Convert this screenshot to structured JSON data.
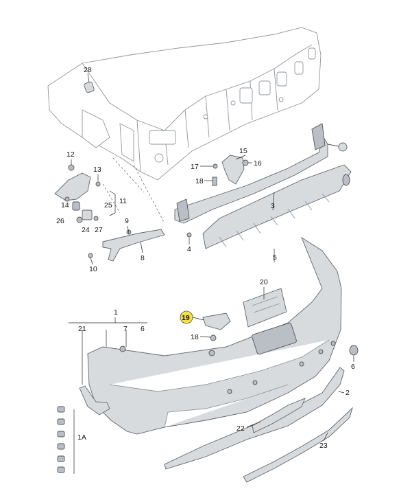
{
  "callouts": {
    "c28": "28",
    "c12": "12",
    "c13": "13",
    "c14": "14",
    "c11": "11",
    "c25": "25",
    "c26": "26",
    "c24": "24",
    "c27": "27",
    "c9": "9",
    "c10": "10",
    "c8": "8",
    "c15": "15",
    "c16": "16",
    "c17": "17",
    "c18a": "18",
    "c3": "3",
    "c4": "4",
    "c5": "5",
    "c20": "20",
    "c19": "19",
    "c18b": "18",
    "c1": "1",
    "c21": "21",
    "c7": "7",
    "c6a": "6",
    "c6b": "6",
    "c1A": "1A",
    "c2": "2",
    "c22": "22",
    "c23": "23"
  },
  "highlight_color": "#f2df4c",
  "part_color": "#d7dbde",
  "line_color": "#5e646a"
}
